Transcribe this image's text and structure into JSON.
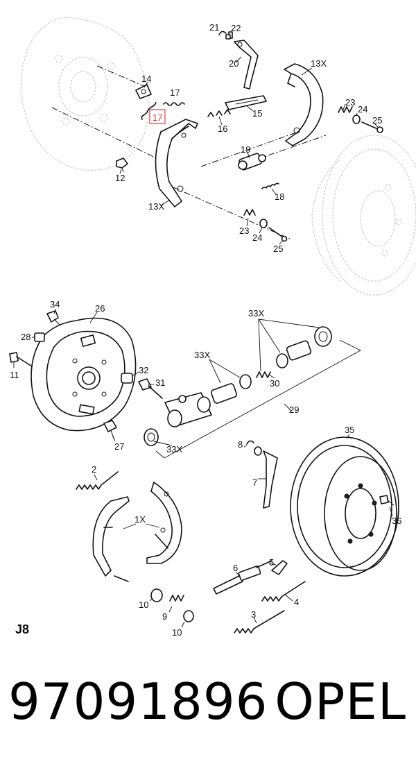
{
  "upper_diagram": {
    "labels": [
      {
        "key": "l21",
        "text": "21"
      },
      {
        "key": "l22",
        "text": "22"
      },
      {
        "key": "l20",
        "text": "20"
      },
      {
        "key": "l13x_top",
        "text": "13X"
      },
      {
        "key": "l14",
        "text": "14"
      },
      {
        "key": "l17a",
        "text": "17"
      },
      {
        "key": "l17b",
        "text": "17"
      },
      {
        "key": "l15",
        "text": "15"
      },
      {
        "key": "l16",
        "text": "16"
      },
      {
        "key": "l23a",
        "text": "23"
      },
      {
        "key": "l24a",
        "text": "24"
      },
      {
        "key": "l25a",
        "text": "25"
      },
      {
        "key": "l19",
        "text": "19"
      },
      {
        "key": "l12",
        "text": "12"
      },
      {
        "key": "l18",
        "text": "18"
      },
      {
        "key": "l13x_bot",
        "text": "13X"
      },
      {
        "key": "l23b",
        "text": "23"
      },
      {
        "key": "l24b",
        "text": "24"
      },
      {
        "key": "l25b",
        "text": "25"
      }
    ],
    "highlighted_part": "17",
    "highlight_color": "#e0393e"
  },
  "lower_diagram": {
    "labels": [
      {
        "key": "l34",
        "text": "34"
      },
      {
        "key": "l26",
        "text": "26"
      },
      {
        "key": "l28",
        "text": "28"
      },
      {
        "key": "l11",
        "text": "11"
      },
      {
        "key": "l32",
        "text": "32"
      },
      {
        "key": "l31",
        "text": "31"
      },
      {
        "key": "l27",
        "text": "27"
      },
      {
        "key": "l33x_a",
        "text": "33X"
      },
      {
        "key": "l33x_b",
        "text": "33X"
      },
      {
        "key": "l33x_c",
        "text": "33X"
      },
      {
        "key": "l30",
        "text": "30"
      },
      {
        "key": "l29",
        "text": "29"
      },
      {
        "key": "l35",
        "text": "35"
      },
      {
        "key": "l8",
        "text": "8"
      },
      {
        "key": "l7",
        "text": "7"
      },
      {
        "key": "l2",
        "text": "2"
      },
      {
        "key": "l1x",
        "text": "1X"
      },
      {
        "key": "l36",
        "text": "36"
      },
      {
        "key": "l6",
        "text": "6"
      },
      {
        "key": "l5",
        "text": "5"
      },
      {
        "key": "l4",
        "text": "4"
      },
      {
        "key": "l3",
        "text": "3"
      },
      {
        "key": "l10a",
        "text": "10"
      },
      {
        "key": "l9",
        "text": "9"
      },
      {
        "key": "l10b",
        "text": "10"
      }
    ],
    "section_code": "J8"
  },
  "footer": {
    "part_number": "97091896",
    "brand": "OPEL"
  }
}
